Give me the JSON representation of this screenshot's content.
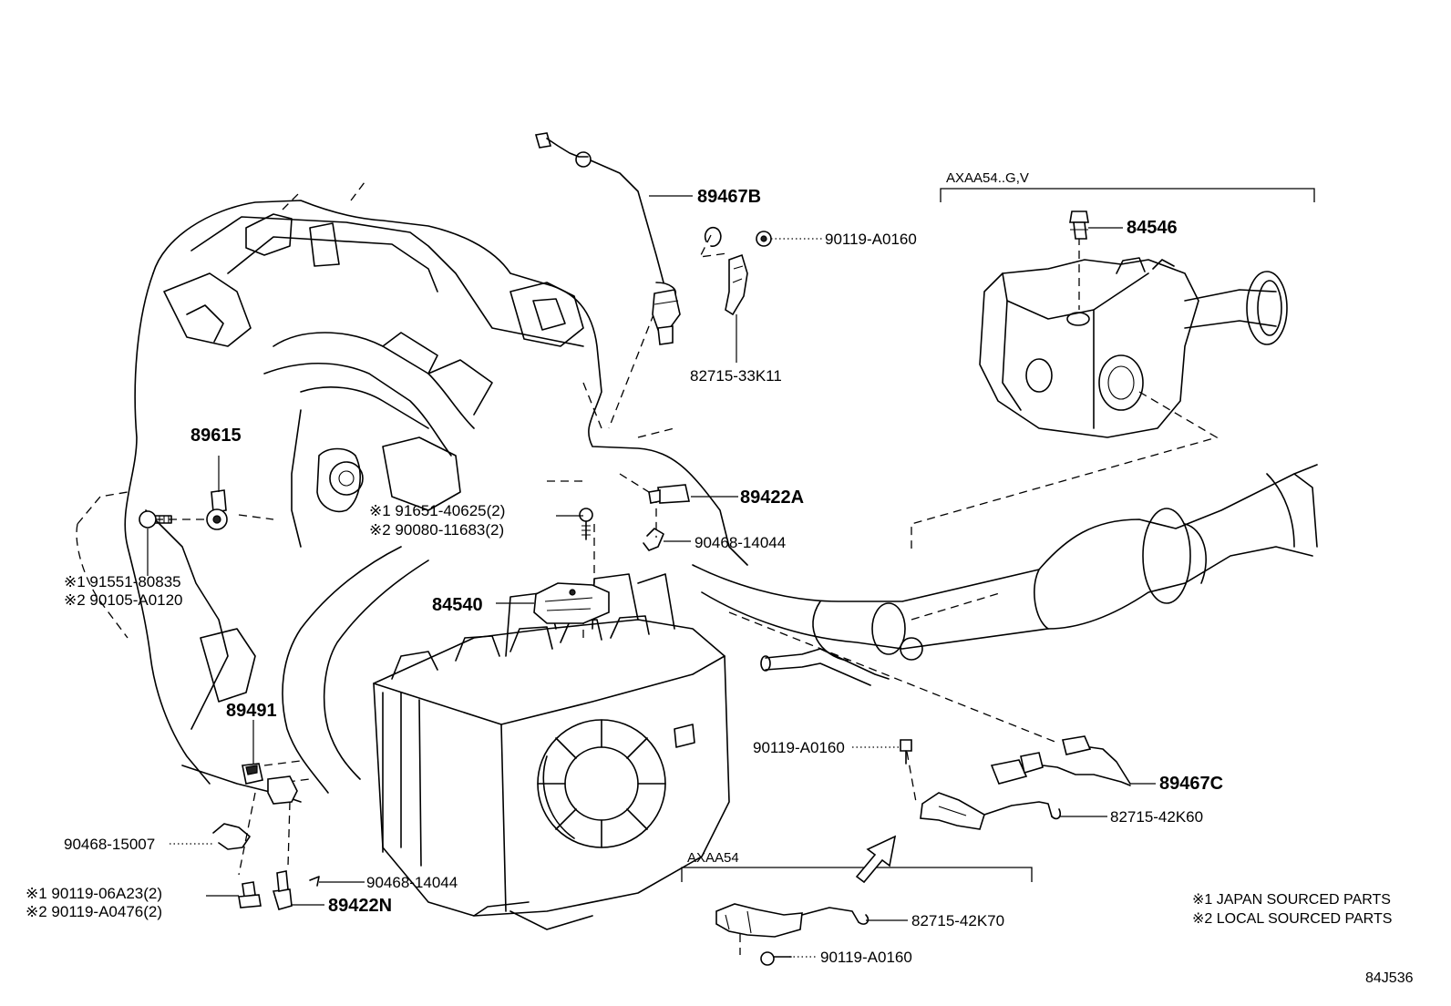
{
  "diagram_id": "84J536",
  "group_labels": {
    "upper_right": "AXAA54..G,V",
    "lower_mid": "AXAA54"
  },
  "legend": {
    "note1": "※1 JAPAN SOURCED PARTS",
    "note2": "※2 LOCAL SOURCED PARTS"
  },
  "callouts": {
    "c89467B": "89467B",
    "c90119_top": "90119-A0160",
    "c82715_33K11": "82715-33K11",
    "c84546": "84546",
    "c89615": "89615",
    "c91651": "※1 91651-40625(2)",
    "c90080": "※2 90080-11683(2)",
    "c89422A": "89422A",
    "c90468_14044_top": "90468-14044",
    "c91551": "※1 91551-80835",
    "c90105": "※2 90105-A0120",
    "c84540": "84540",
    "c89491": "89491",
    "c90119_mid": "90119-A0160",
    "c89467C": "89467C",
    "c82715_42K60": "82715-42K60",
    "c90468_15007": "90468-15007",
    "c90468_14044_bot": "90468-14044",
    "c89422N": "89422N",
    "c90119_06A23": "※1 90119-06A23(2)",
    "c90119_A0476": "※2 90119-A0476(2)",
    "c82715_42K70": "82715-42K70",
    "c90119_bot": "90119-A0160"
  }
}
